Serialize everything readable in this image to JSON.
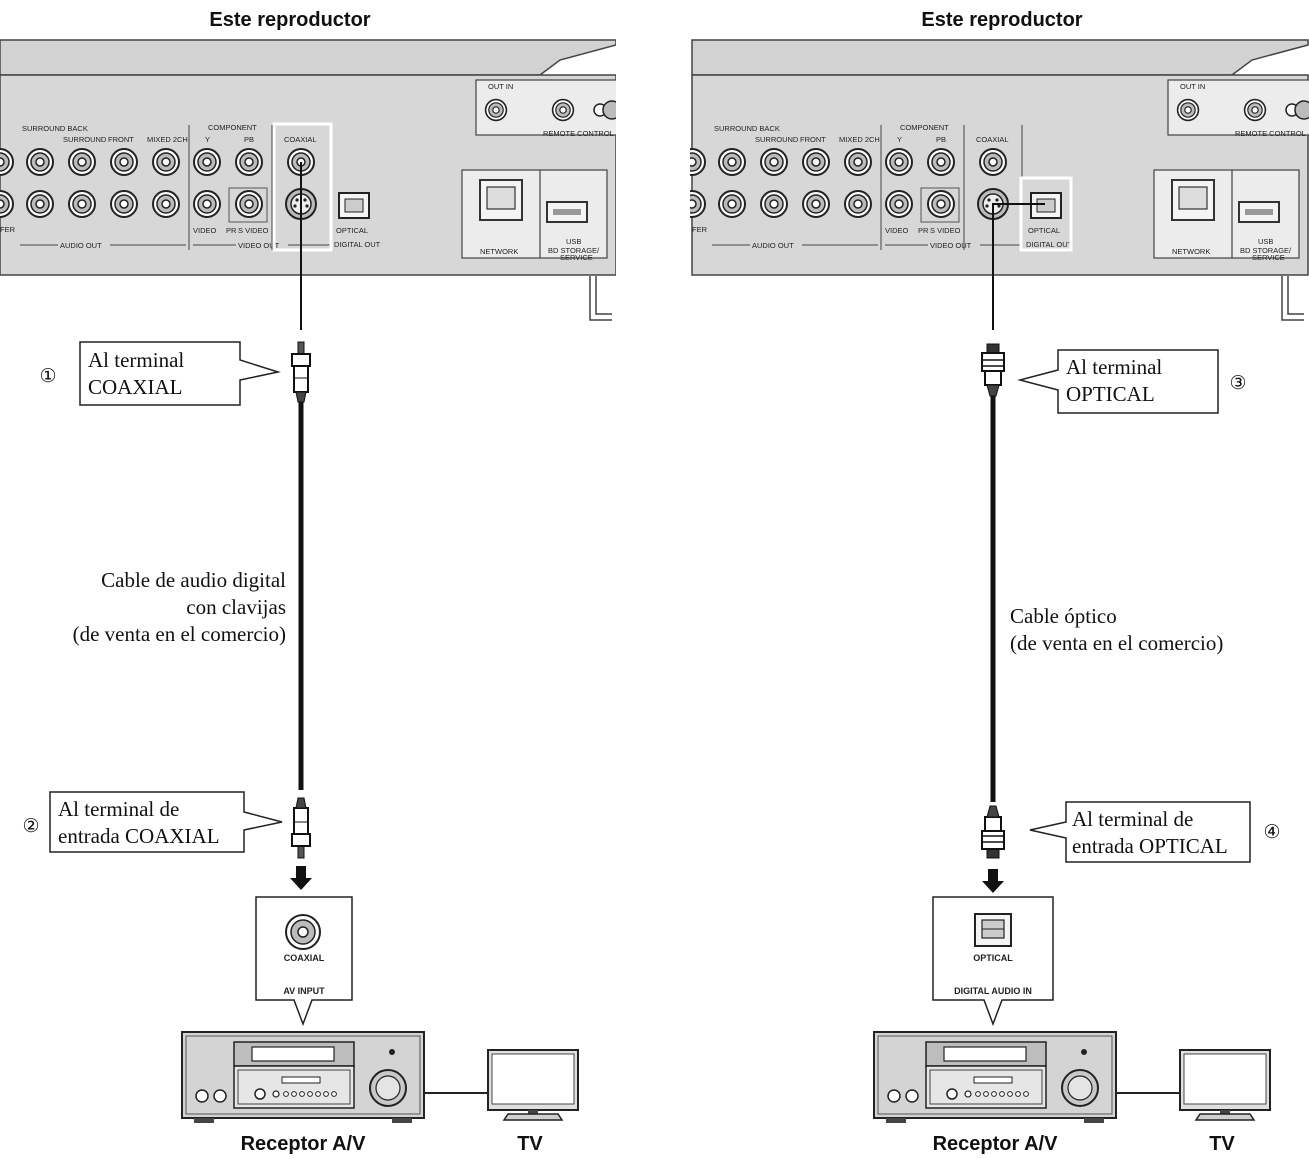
{
  "left": {
    "header": "Este reproductor",
    "panel": {
      "surround_back": "SURROUND BACK",
      "surround": "SURROUND",
      "front": "FRONT",
      "mixed_2ch": "MIXED 2CH",
      "component": "COMPONENT",
      "y": "Y",
      "pb": "PB",
      "coaxial": "COAXIAL",
      "video": "VIDEO",
      "pr": "PR",
      "s_video": "S VIDEO",
      "optical": "OPTICAL",
      "audio_out": "AUDIO OUT",
      "video_out": "VIDEO OUT",
      "digital_out": "DIGITAL OUT",
      "out_in": "OUT IN",
      "remote_control": "REMOTE CONTROL",
      "network": "NETWORK",
      "usb": "USB",
      "bd_storage": "BD STORAGE/",
      "service": "SERVICE",
      "fer": "FER"
    },
    "callout_top": {
      "number": "①",
      "line1": "Al terminal",
      "line2": "COAXIAL"
    },
    "cable": {
      "line1": "Cable de audio digital",
      "line2": "con clavijas",
      "line3": "(de venta en el comercio)"
    },
    "callout_bottom": {
      "number": "②",
      "line1": "Al terminal de",
      "line2": "entrada COAXIAL"
    },
    "input_box": {
      "port": "COAXIAL",
      "label": "AV INPUT"
    },
    "receiver": "Receptor A/V",
    "tv": "TV"
  },
  "right": {
    "header": "Este reproductor",
    "panel": {
      "surround_back": "SURROUND BACK",
      "surround": "SURROUND",
      "front": "FRONT",
      "mixed_2ch": "MIXED 2CH",
      "component": "COMPONENT",
      "y": "Y",
      "pb": "PB",
      "coaxial": "COAXIAL",
      "video": "VIDEO",
      "pr": "PR",
      "s_video": "S VIDEO",
      "optical": "OPTICAL",
      "audio_out": "AUDIO OUT",
      "video_out": "VIDEO OUT",
      "digital_out": "DIGITAL OUT",
      "out_in": "OUT IN",
      "remote_control": "REMOTE CONTROL",
      "network": "NETWORK",
      "usb": "USB",
      "bd_storage": "BD STORAGE/",
      "service": "SERVICE",
      "fer": "FER"
    },
    "callout_top": {
      "number": "③",
      "line1": "Al terminal",
      "line2": "OPTICAL"
    },
    "cable": {
      "line1": "Cable óptico",
      "line2": "(de venta en el comercio)"
    },
    "callout_bottom": {
      "number": "④",
      "line1": "Al terminal de",
      "line2": "entrada OPTICAL"
    },
    "input_box": {
      "port": "OPTICAL",
      "label": "DIGITAL AUDIO IN"
    },
    "receiver": "Receptor A/V",
    "tv": "TV"
  }
}
